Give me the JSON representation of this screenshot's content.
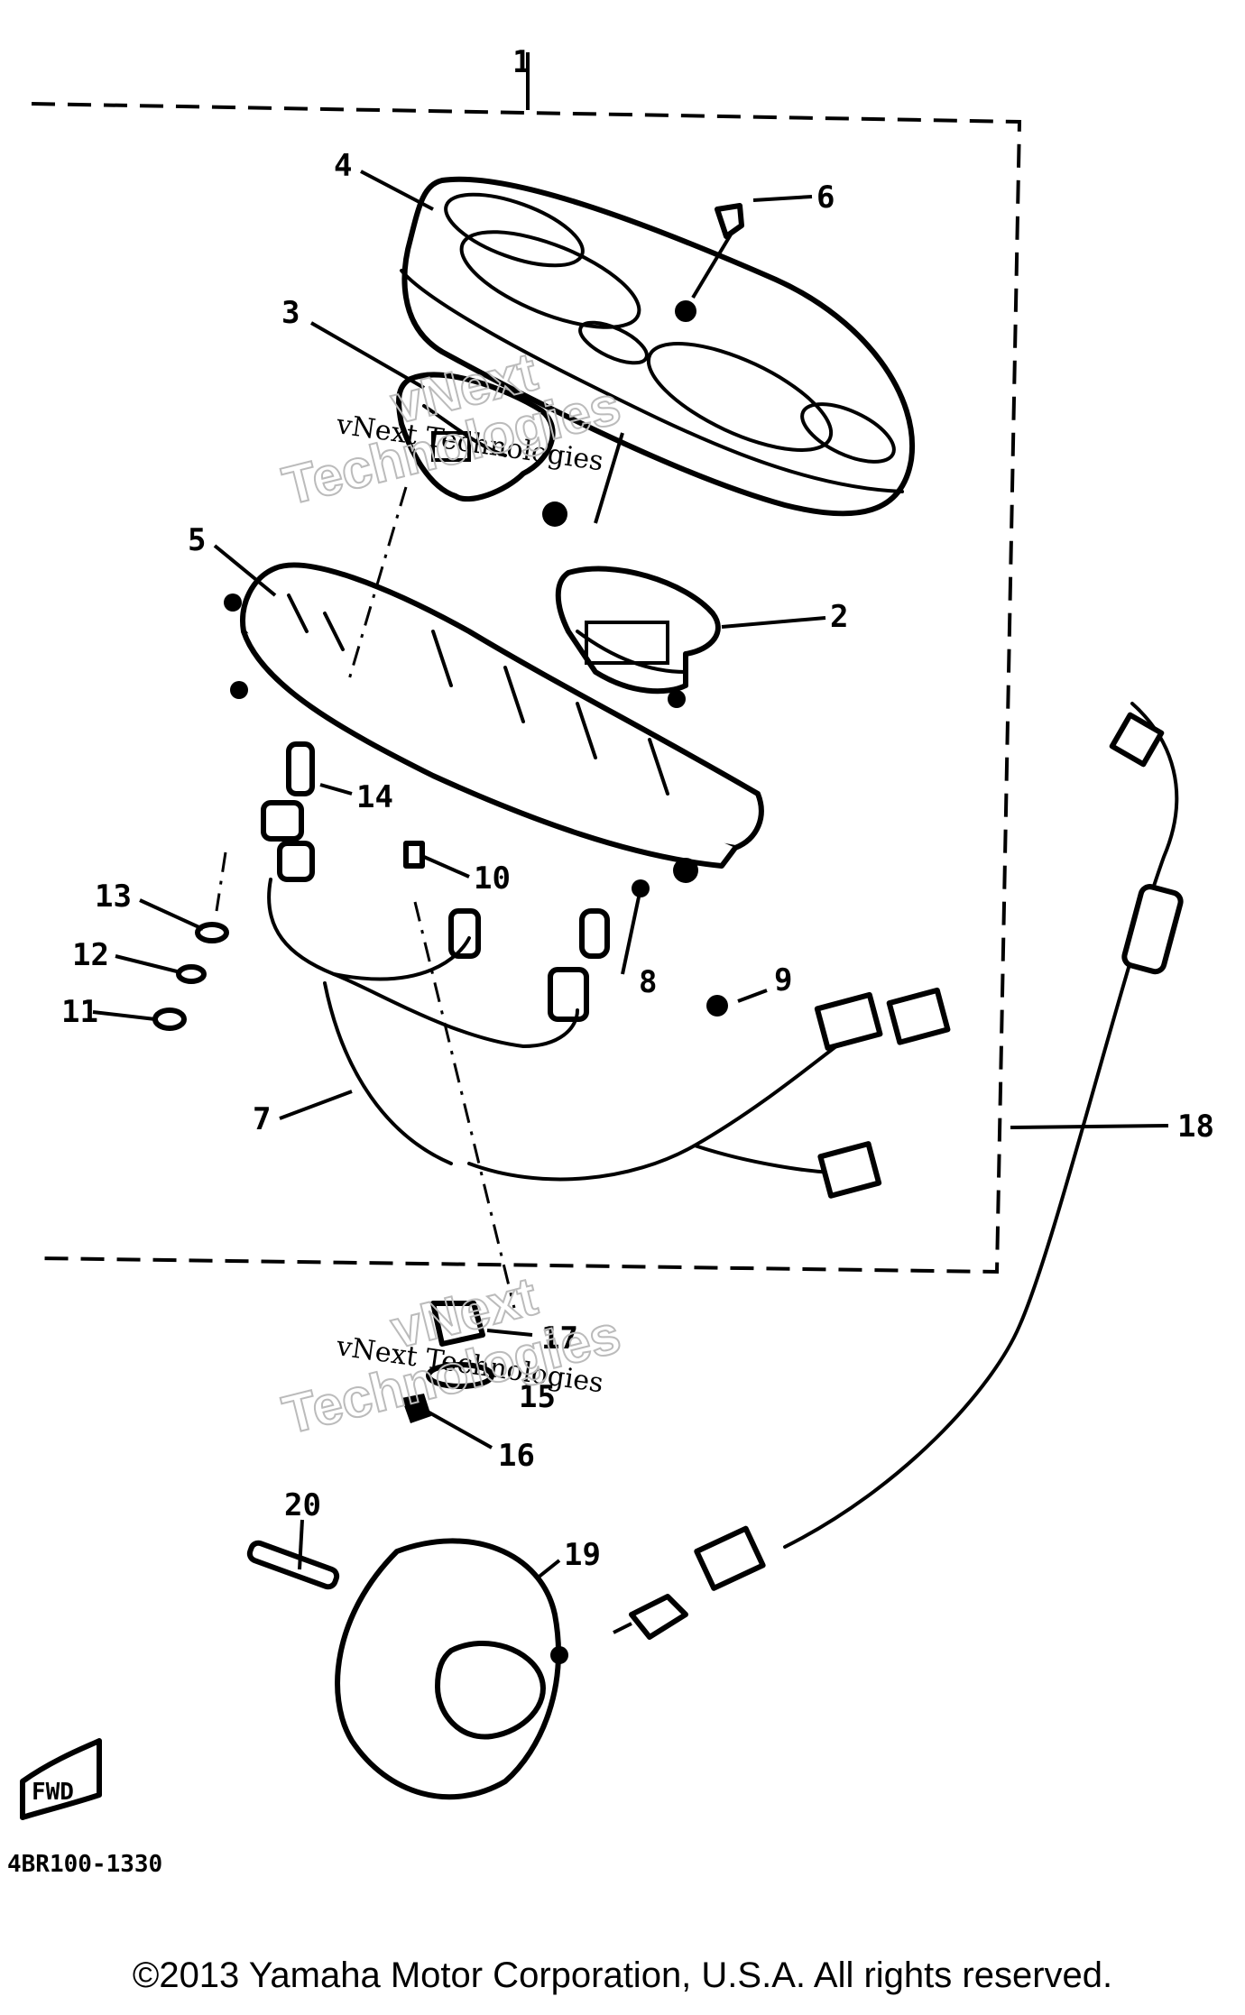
{
  "diagram": {
    "callouts": [
      {
        "id": "top",
        "label": "1"
      },
      {
        "id": "p2",
        "label": "2"
      },
      {
        "id": "p3",
        "label": "3"
      },
      {
        "id": "p4",
        "label": "4"
      },
      {
        "id": "p5",
        "label": "5"
      },
      {
        "id": "p6",
        "label": "6"
      },
      {
        "id": "p7",
        "label": "7"
      },
      {
        "id": "p8",
        "label": "8"
      },
      {
        "id": "p9",
        "label": "9"
      },
      {
        "id": "p10",
        "label": "10"
      },
      {
        "id": "p11",
        "label": "11"
      },
      {
        "id": "p12",
        "label": "12"
      },
      {
        "id": "p13",
        "label": "13"
      },
      {
        "id": "p14",
        "label": "14"
      },
      {
        "id": "p15",
        "label": "15"
      },
      {
        "id": "p16",
        "label": "16"
      },
      {
        "id": "p17",
        "label": "17"
      },
      {
        "id": "p18",
        "label": "18"
      },
      {
        "id": "p19",
        "label": "19"
      },
      {
        "id": "p20",
        "label": "20"
      }
    ],
    "watermarks": {
      "line1": "vNext Technologies",
      "line2": "Technologies",
      "line3": "vNext"
    },
    "drawing_code": "4BR100-1330",
    "front_marker": "FWD"
  },
  "copyright": "©2013 Yamaha Motor Corporation, U.S.A. All rights reserved."
}
